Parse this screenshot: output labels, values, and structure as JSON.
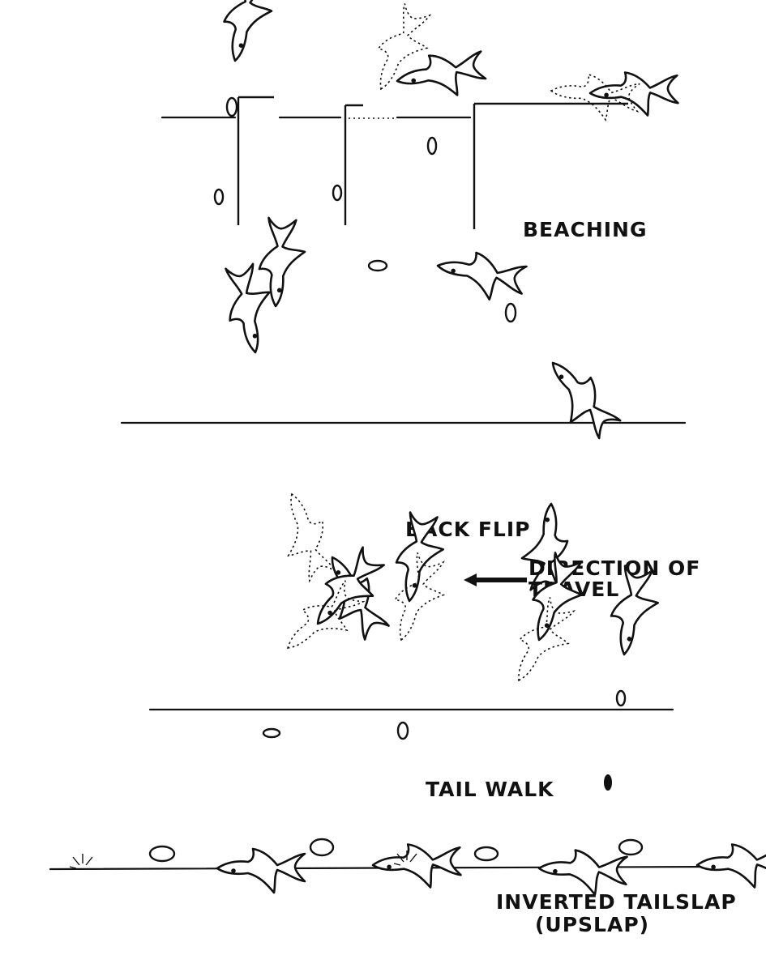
{
  "labels": {
    "beaching": "BEACHING",
    "back_flip": "BACK FLIP",
    "direction_line1": "DIRECTION OF",
    "direction_line2": "TRAVEL",
    "tail_walk": "TAIL WALK",
    "tailslap_line1": "INVERTED TAILSLAP",
    "tailslap_line2": "(UPSLAP)"
  },
  "colors": {
    "ink": "#111111",
    "background": "#ffffff"
  }
}
